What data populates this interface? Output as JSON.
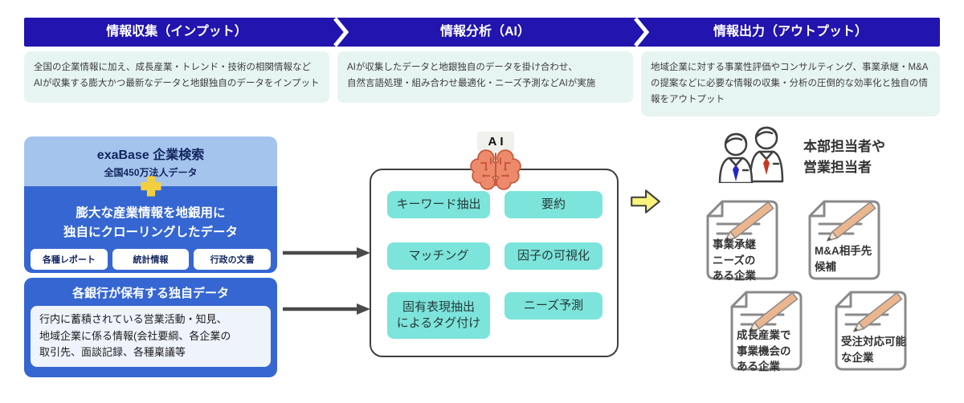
{
  "flow_steps": [
    {
      "title": "情報収集（インプット）",
      "description": "全国の企業情報に加え、成長産業・トレンド・技術の相関情報など\nAIが収集する膨大かつ最新なデータと地銀独自のデータをインプット"
    },
    {
      "title": "情報分析（AI）",
      "description": "AIが収集したデータと地銀独自のデータを掛け合わせ、\n自然言語処理・組み合わせ最適化・ニーズ予測などAIが実施"
    },
    {
      "title": "情報出力（アウトプット）",
      "description": "地域企業に対する事業性評価やコンサルティング、事業承継・M&A\nの提案などに必要な情報の収集・分析の圧倒的な効率化と独自の情\n報をアウトプット"
    }
  ],
  "input_section": {
    "exabase": {
      "title": "exaBase 企業検索",
      "subtitle": "全国450万法人データ",
      "crawl_title": "膨大な産業情報を地銀用に\n独自にクローリングしたデータ",
      "tags": [
        "各種レポート",
        "統計情報",
        "行政の文書"
      ]
    },
    "bank_data": {
      "title": "各銀行が保有する独自データ",
      "body": "行内に蓄積されている営業活動・知見、\n地域企業に係る情報(会社要綱、各企業の\n取引先、面談記録、各種稟議等"
    }
  },
  "ai_section": {
    "label": "AI",
    "functions": [
      "キーワード抽出",
      "要約",
      "マッチング",
      "因子の可視化",
      "固有表現抽出\nによるタグ付け",
      "ニーズ予測"
    ]
  },
  "output_section": {
    "audience": "本部担当者や\n営業担当者",
    "documents": [
      "事業承継\nニーズの\nある企業",
      "M&A相手先\n候補",
      "成長産業で\n事業機会の\nある企業",
      "受注対応可能\nな企業"
    ]
  },
  "icons": {
    "separator": "chevron-right",
    "plus": "plus",
    "ai": "brain",
    "flow": "arrow-right",
    "output": "block-arrow-right",
    "audience": "two-businesspersons",
    "result": "document-with-pencil"
  },
  "colors": {
    "header_blue": "#2214AE",
    "description_bg": "#E7F5F2",
    "light_blue": "#A4C4EE",
    "mid_blue": "#3566D2",
    "teal": "#7CE4DA",
    "plus_yellow": "#F3CF3F",
    "arrow_yellow": "#FAF27D",
    "brain_fill": "#ED8A6B",
    "outline_gray": "#3F3F3F"
  }
}
